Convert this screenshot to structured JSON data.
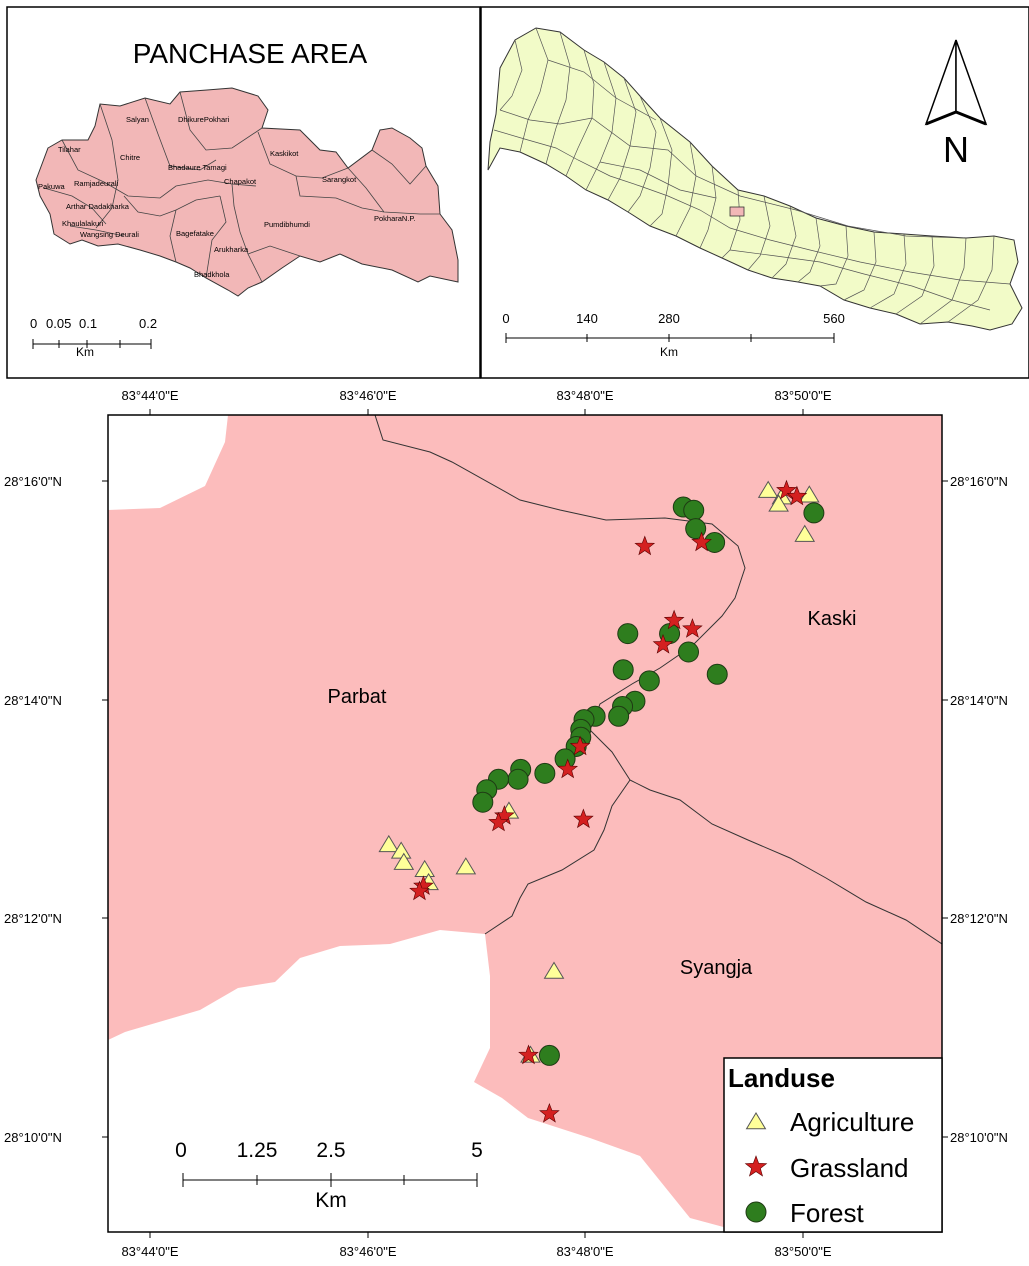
{
  "inset_area": {
    "title": "PANCHASE AREA",
    "vdc_labels": [
      "Salyan",
      "DhikurePokhari",
      "Tilahar",
      "Chitre",
      "Bhadaure Tamagi",
      "Kaskikot",
      "Pakuwa",
      "Ramjadeurali",
      "Chapakot",
      "Sarangkot",
      "Arthar Dadakharka",
      "Khaulalakuri",
      "Wangsing Deurali",
      "Bagefatake",
      "Pumdibhumdi",
      "PokharaN.P.",
      "Arukharka",
      "Bhadkhola"
    ],
    "scale_ticks": [
      "0",
      "0.05",
      "0.1",
      "0.2"
    ],
    "scale_unit": "Km",
    "fill_color": "#f2b7b7"
  },
  "inset_nepal": {
    "scale_ticks": [
      "0",
      "140",
      "280",
      "560"
    ],
    "scale_unit": "Km",
    "fill_color": "#f2fbc8"
  },
  "north_arrow": {
    "label": "N"
  },
  "main_map": {
    "fill_color": "#fcbcbc",
    "top_ticks": [
      "83°44'0\"E",
      "83°46'0\"E",
      "83°48'0\"E",
      "83°50'0\"E"
    ],
    "bottom_ticks": [
      "83°44'0\"E",
      "83°46'0\"E",
      "83°48'0\"E",
      "83°50'0\"E"
    ],
    "left_ticks": [
      "28°16'0\"N",
      "28°14'0\"N",
      "28°12'0\"N",
      "28°10'0\"N"
    ],
    "right_ticks": [
      "28°16'0\"N",
      "28°14'0\"N",
      "28°12'0\"N",
      "28°10'0\"N"
    ],
    "regions": [
      "Parbat",
      "Kaski",
      "Syangja"
    ],
    "scale_ticks": [
      "0",
      "1.25",
      "2.5",
      "5"
    ],
    "scale_unit": "Km"
  },
  "legend": {
    "title": "Landuse",
    "items": [
      {
        "label": "Agriculture",
        "symbol": "triangle-icon",
        "color": "#ffff99"
      },
      {
        "label": "Grassland",
        "symbol": "star-icon",
        "color": "#d42020"
      },
      {
        "label": "Forest",
        "symbol": "circle-icon",
        "color": "#2e7d1e"
      }
    ]
  },
  "points": {
    "agriculture": [
      [
        83.828,
        28.2652
      ],
      [
        83.8301,
        28.2642
      ],
      [
        83.8296,
        28.2631
      ],
      [
        83.8343,
        28.2645
      ],
      [
        83.8336,
        28.2585
      ],
      [
        83.7699,
        28.2112
      ],
      [
        83.7718,
        28.2102
      ],
      [
        83.7722,
        28.2085
      ],
      [
        83.7754,
        28.2074
      ],
      [
        83.776,
        28.2054
      ],
      [
        83.7817,
        28.2078
      ],
      [
        83.7883,
        28.2163
      ],
      [
        83.7952,
        28.1919
      ],
      [
        83.7916,
        28.1791
      ]
    ],
    "grassland": [
      [
        83.8308,
        28.2652
      ],
      [
        83.8324,
        28.2643
      ],
      [
        83.8178,
        28.2573
      ],
      [
        83.8091,
        28.2567
      ],
      [
        83.8136,
        28.2454
      ],
      [
        83.8164,
        28.2441
      ],
      [
        83.8119,
        28.2417
      ],
      [
        83.7992,
        28.2262
      ],
      [
        83.7973,
        28.2227
      ],
      [
        83.7876,
        28.2156
      ],
      [
        83.7867,
        28.2146
      ],
      [
        83.7997,
        28.2151
      ],
      [
        83.7752,
        28.2049
      ],
      [
        83.7746,
        28.2041
      ],
      [
        83.7913,
        28.1791
      ],
      [
        83.7945,
        28.1702
      ]
    ],
    "forest": [
      [
        83.815,
        28.2627
      ],
      [
        83.8166,
        28.2622
      ],
      [
        83.8169,
        28.2594
      ],
      [
        83.8198,
        28.2573
      ],
      [
        83.8158,
        28.2406
      ],
      [
        83.835,
        28.2618
      ],
      [
        83.8202,
        28.2372
      ],
      [
        83.8065,
        28.2434
      ],
      [
        83.8058,
        28.2379
      ],
      [
        83.8129,
        28.2434
      ],
      [
        83.8098,
        28.2362
      ],
      [
        83.8076,
        28.2331
      ],
      [
        83.8057,
        28.2323
      ],
      [
        83.8051,
        28.2308
      ],
      [
        83.8015,
        28.2308
      ],
      [
        83.7998,
        28.2303
      ],
      [
        83.7993,
        28.2288
      ],
      [
        83.7993,
        28.2276
      ],
      [
        83.7986,
        28.2262
      ],
      [
        83.7969,
        28.2243
      ],
      [
        83.7938,
        28.2221
      ],
      [
        83.7901,
        28.2227
      ],
      [
        83.7897,
        28.2212
      ],
      [
        83.7867,
        28.2212
      ],
      [
        83.7849,
        28.2196
      ],
      [
        83.7843,
        28.2177
      ],
      [
        83.7945,
        28.1791
      ]
    ]
  }
}
